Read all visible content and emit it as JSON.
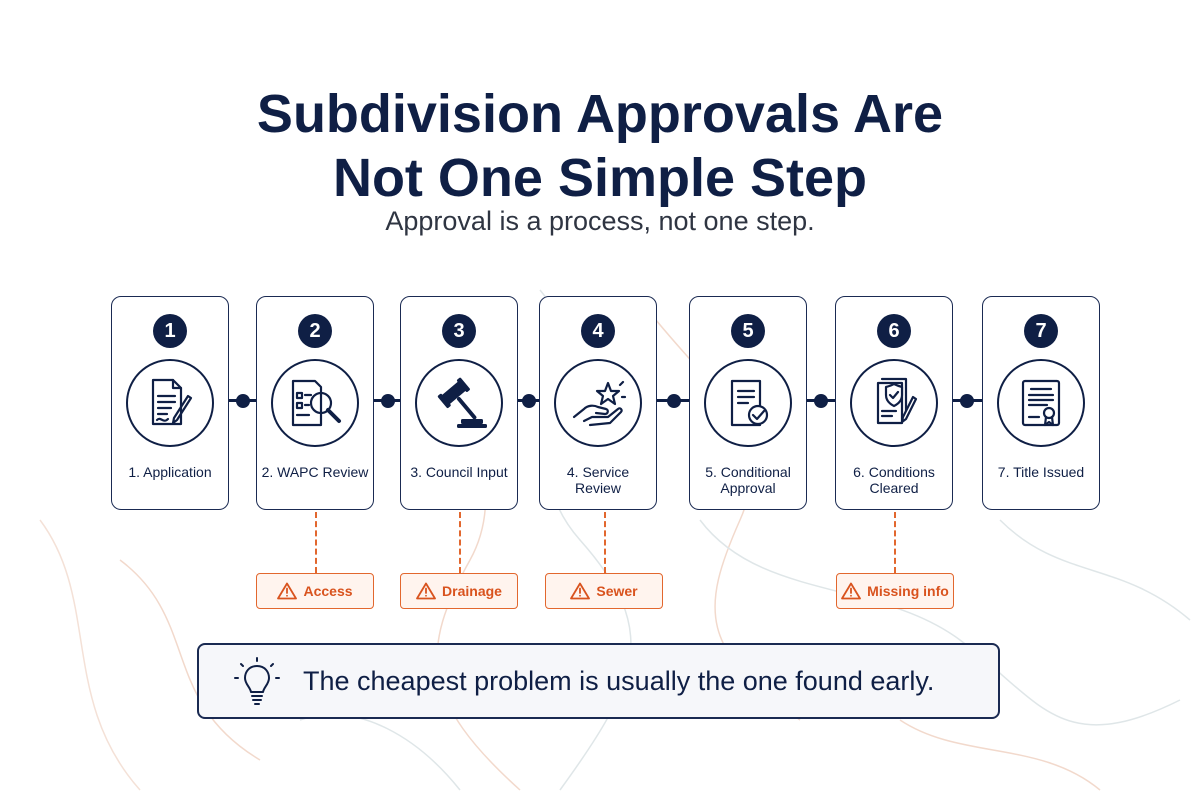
{
  "header": {
    "title_line1": "Subdivision Approvals Are",
    "title_line2": "Not One Simple Step",
    "subtitle": "Approval is a process, not one step."
  },
  "steps": [
    {
      "number": "1",
      "label": "1. Application",
      "icon": "document-signing-icon"
    },
    {
      "number": "2",
      "label": "2. WAPC Review",
      "icon": "document-magnifier-icon"
    },
    {
      "number": "3",
      "label": "3. Council Input",
      "icon": "gavel-icon"
    },
    {
      "number": "4",
      "label": "4. Service Review",
      "icon": "hand-star-icon"
    },
    {
      "number": "5",
      "label": "5. Conditional Approval",
      "icon": "document-check-icon"
    },
    {
      "number": "6",
      "label": "6. Conditions Cleared",
      "icon": "documents-shield-icon"
    },
    {
      "number": "7",
      "label": "7. Title Issued",
      "icon": "certificate-icon"
    }
  ],
  "risks": [
    {
      "label": "Access",
      "icon": "warning-icon"
    },
    {
      "label": "Drainage",
      "icon": "warning-icon"
    },
    {
      "label": "Sewer",
      "icon": "warning-icon"
    },
    {
      "label": "Missing info",
      "icon": "warning-icon"
    }
  ],
  "insight": {
    "text": "The cheapest problem is usually the one found early.",
    "icon": "lightbulb-icon"
  },
  "colors": {
    "navy": "#0f1f45",
    "accent": "#e2672e",
    "risk_bg": "#fff4ee"
  }
}
